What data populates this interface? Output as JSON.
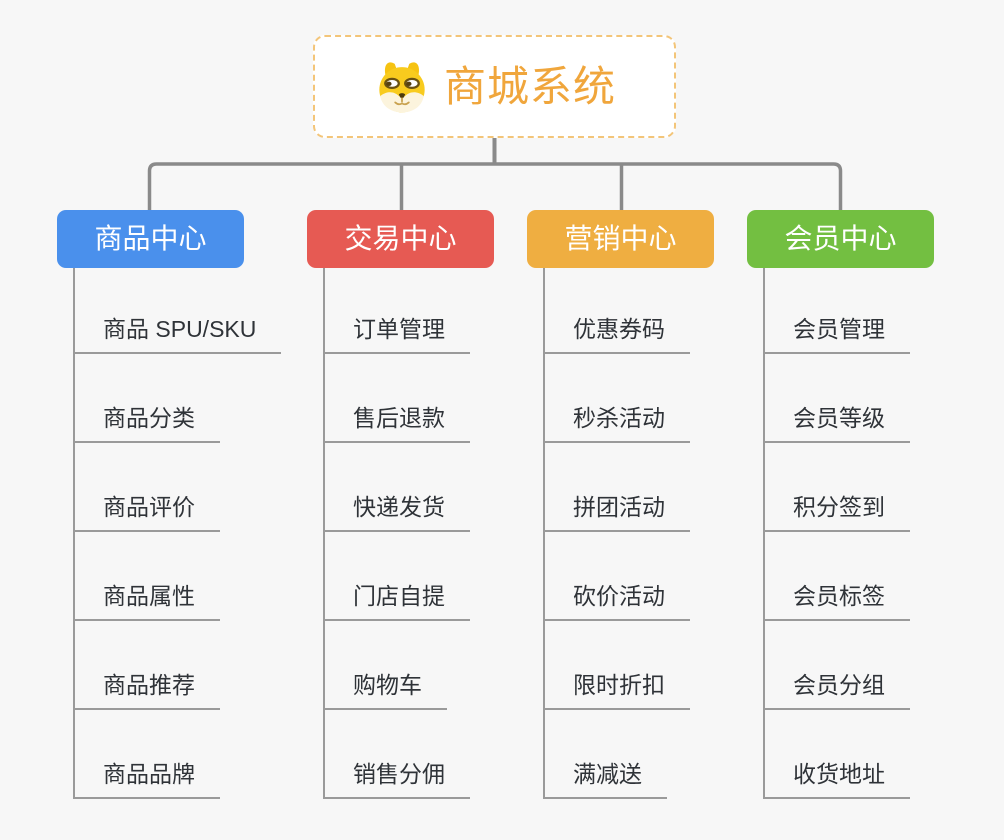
{
  "page": {
    "background_color": "#f7f7f7",
    "connector_color": "#8a8a8a",
    "leaf_line_color": "#9a9a9a"
  },
  "root": {
    "title": "商城系统",
    "icon": "dog-face-icon",
    "title_color": "#f0a63c",
    "border_color": "#f3c579"
  },
  "branches": [
    {
      "label": "商品中心",
      "color": "#4a90ec",
      "items": [
        "商品 SPU/SKU",
        "商品分类",
        "商品评价",
        "商品属性",
        "商品推荐",
        "商品品牌"
      ]
    },
    {
      "label": "交易中心",
      "color": "#e65a53",
      "items": [
        "订单管理",
        "售后退款",
        "快递发货",
        "门店自提",
        "购物车",
        "销售分佣"
      ]
    },
    {
      "label": "营销中心",
      "color": "#efae41",
      "items": [
        "优惠券码",
        "秒杀活动",
        "拼团活动",
        "砍价活动",
        "限时折扣",
        "满减送"
      ]
    },
    {
      "label": "会员中心",
      "color": "#73bf41",
      "items": [
        "会员管理",
        "会员等级",
        "积分签到",
        "会员标签",
        "会员分组",
        "收货地址"
      ]
    }
  ]
}
